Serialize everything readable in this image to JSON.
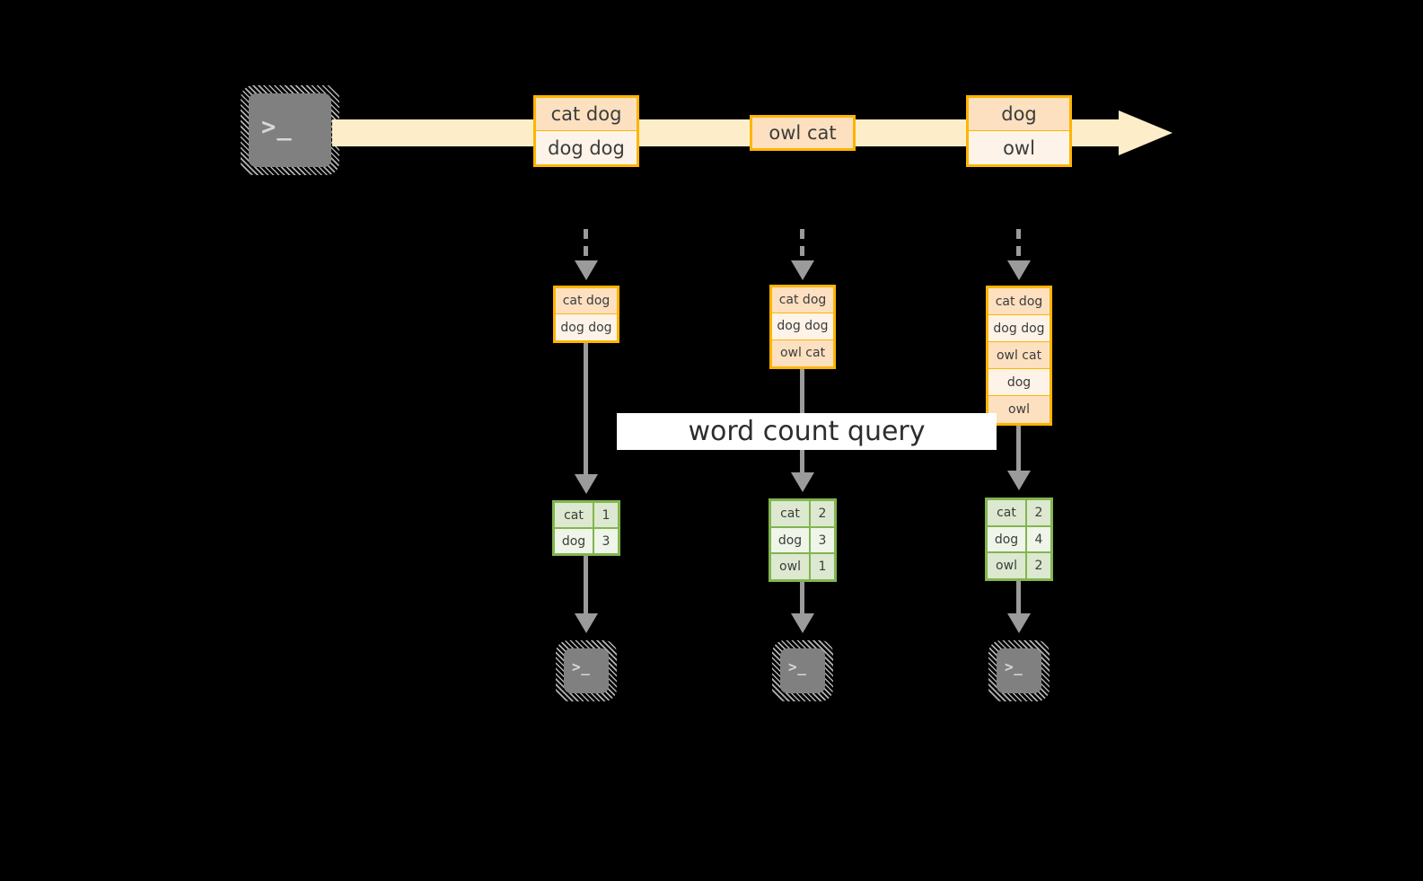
{
  "diagram": {
    "title_label": "word count query",
    "colors": {
      "background": "#000000",
      "stream_fill": "#fdeec9",
      "record_border": "#ffb400",
      "record_fill_dark": "#fce0c0",
      "record_fill_light": "#fdf3e8",
      "result_border": "#82b550",
      "result_fill_dark": "#dde8d0",
      "result_fill_light": "#eff5e9",
      "connector": "#9b9b9b",
      "terminal_fill": "#808080",
      "label_band": "#ffffff"
    },
    "source_terminal": {
      "icon": "terminal-prompt-icon",
      "glyph": ">_"
    },
    "stream": {
      "direction": "left-to-right",
      "groups": [
        {
          "id": "group-1",
          "records": [
            "cat dog",
            "dog dog"
          ]
        },
        {
          "id": "group-2",
          "records": [
            "owl cat"
          ]
        },
        {
          "id": "group-3",
          "records": [
            "dog",
            "owl"
          ]
        }
      ]
    },
    "snapshots": [
      {
        "id": "snapshot-1",
        "records": [
          "cat dog",
          "dog dog"
        ],
        "result": {
          "headers_visible": false,
          "rows": [
            {
              "word": "cat",
              "count": "1"
            },
            {
              "word": "dog",
              "count": "3"
            }
          ]
        },
        "sink_terminal": {
          "icon": "terminal-prompt-icon",
          "glyph": ">_"
        }
      },
      {
        "id": "snapshot-2",
        "records": [
          "cat dog",
          "dog dog",
          "owl cat"
        ],
        "result": {
          "headers_visible": false,
          "rows": [
            {
              "word": "cat",
              "count": "2"
            },
            {
              "word": "dog",
              "count": "3"
            },
            {
              "word": "owl",
              "count": "1"
            }
          ]
        },
        "sink_terminal": {
          "icon": "terminal-prompt-icon",
          "glyph": ">_"
        }
      },
      {
        "id": "snapshot-3",
        "records": [
          "cat dog",
          "dog dog",
          "owl cat",
          "dog",
          "owl"
        ],
        "result": {
          "headers_visible": false,
          "rows": [
            {
              "word": "cat",
              "count": "2"
            },
            {
              "word": "dog",
              "count": "4"
            },
            {
              "word": "owl",
              "count": "2"
            }
          ]
        },
        "sink_terminal": {
          "icon": "terminal-prompt-icon",
          "glyph": ">_"
        }
      }
    ]
  }
}
